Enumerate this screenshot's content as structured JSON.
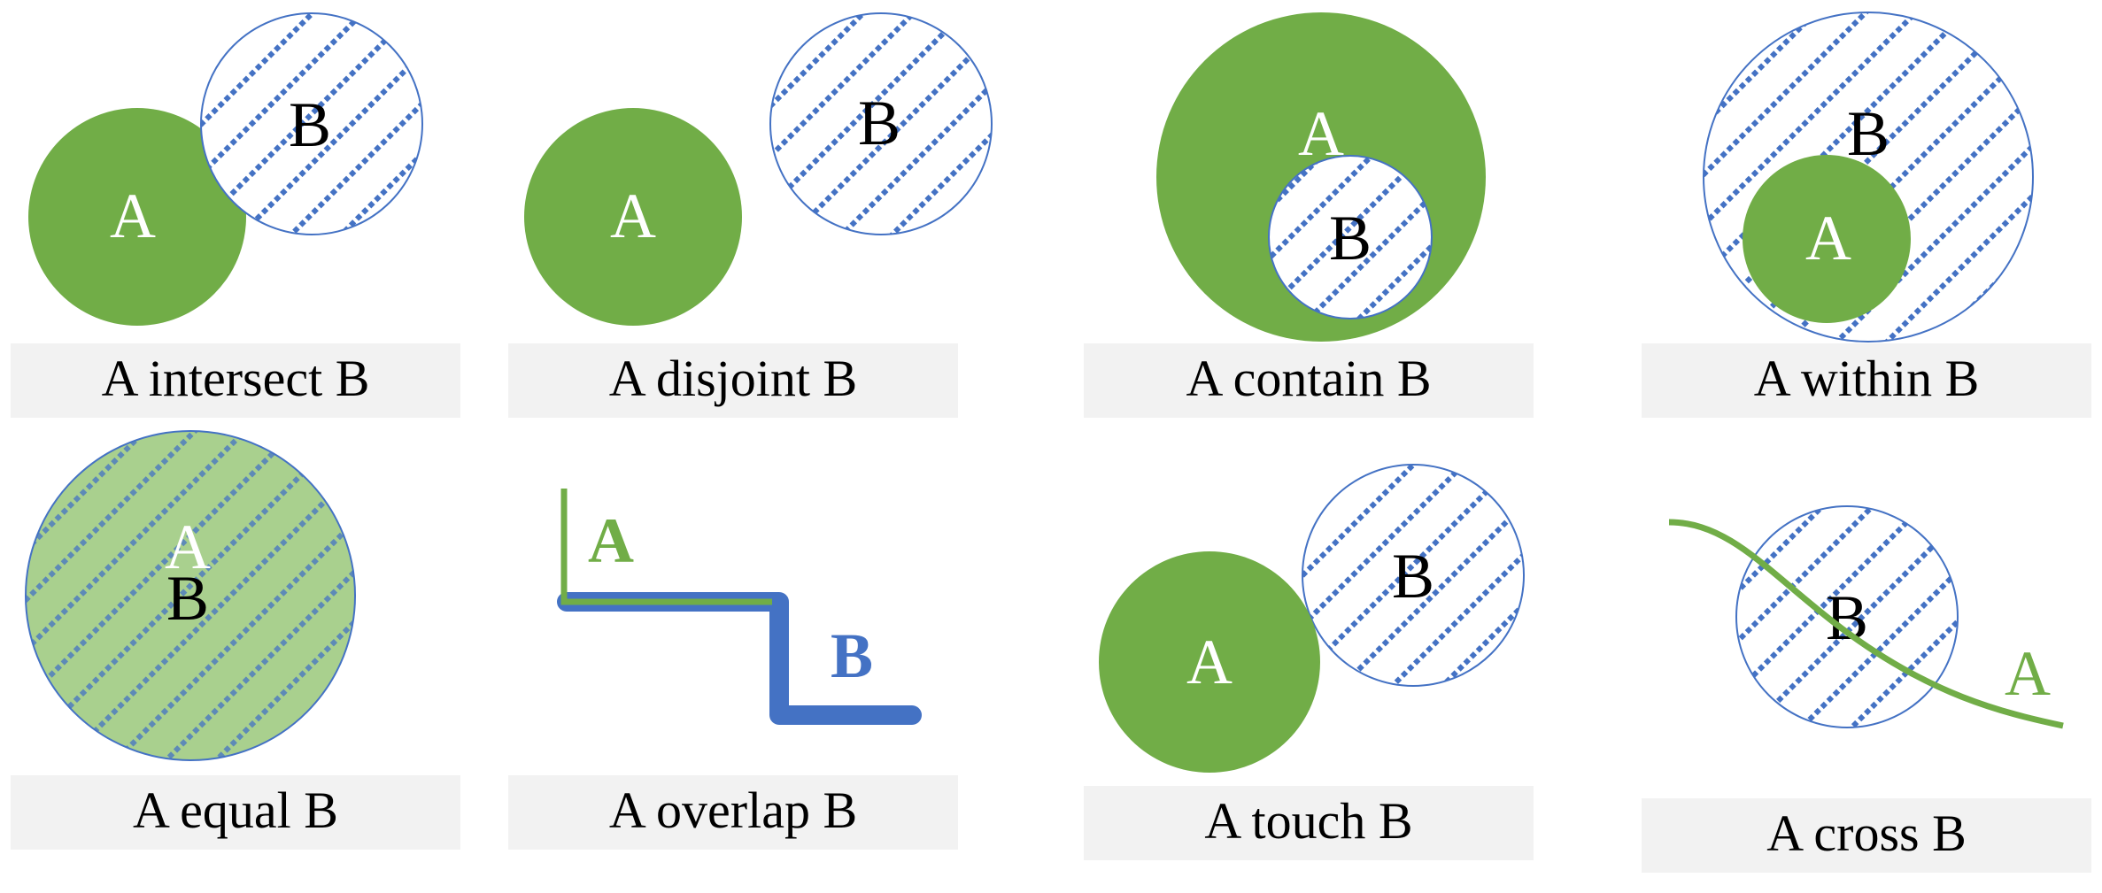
{
  "colors": {
    "green": "#71AD47",
    "blue": "#4472C4",
    "caption_bg": "#F2F2F2",
    "equal_fill": "#A9D08E"
  },
  "panels": [
    {
      "id": "intersect",
      "caption": "A intersect B",
      "label_a": "A",
      "label_b": "B"
    },
    {
      "id": "disjoint",
      "caption": "A disjoint B",
      "label_a": "A",
      "label_b": "B"
    },
    {
      "id": "contain",
      "caption": "A contain B",
      "label_a": "A",
      "label_b": "B"
    },
    {
      "id": "within",
      "caption": "A within B",
      "label_a": "A",
      "label_b": "B"
    },
    {
      "id": "equal",
      "caption": "A equal B",
      "label_a": "A",
      "label_b": "B"
    },
    {
      "id": "overlap",
      "caption": "A overlap B",
      "label_a": "A",
      "label_b": "B"
    },
    {
      "id": "touch",
      "caption": "A touch B",
      "label_a": "A",
      "label_b": "B"
    },
    {
      "id": "cross",
      "caption": "A cross B",
      "label_a": "A",
      "label_b": "B"
    }
  ]
}
